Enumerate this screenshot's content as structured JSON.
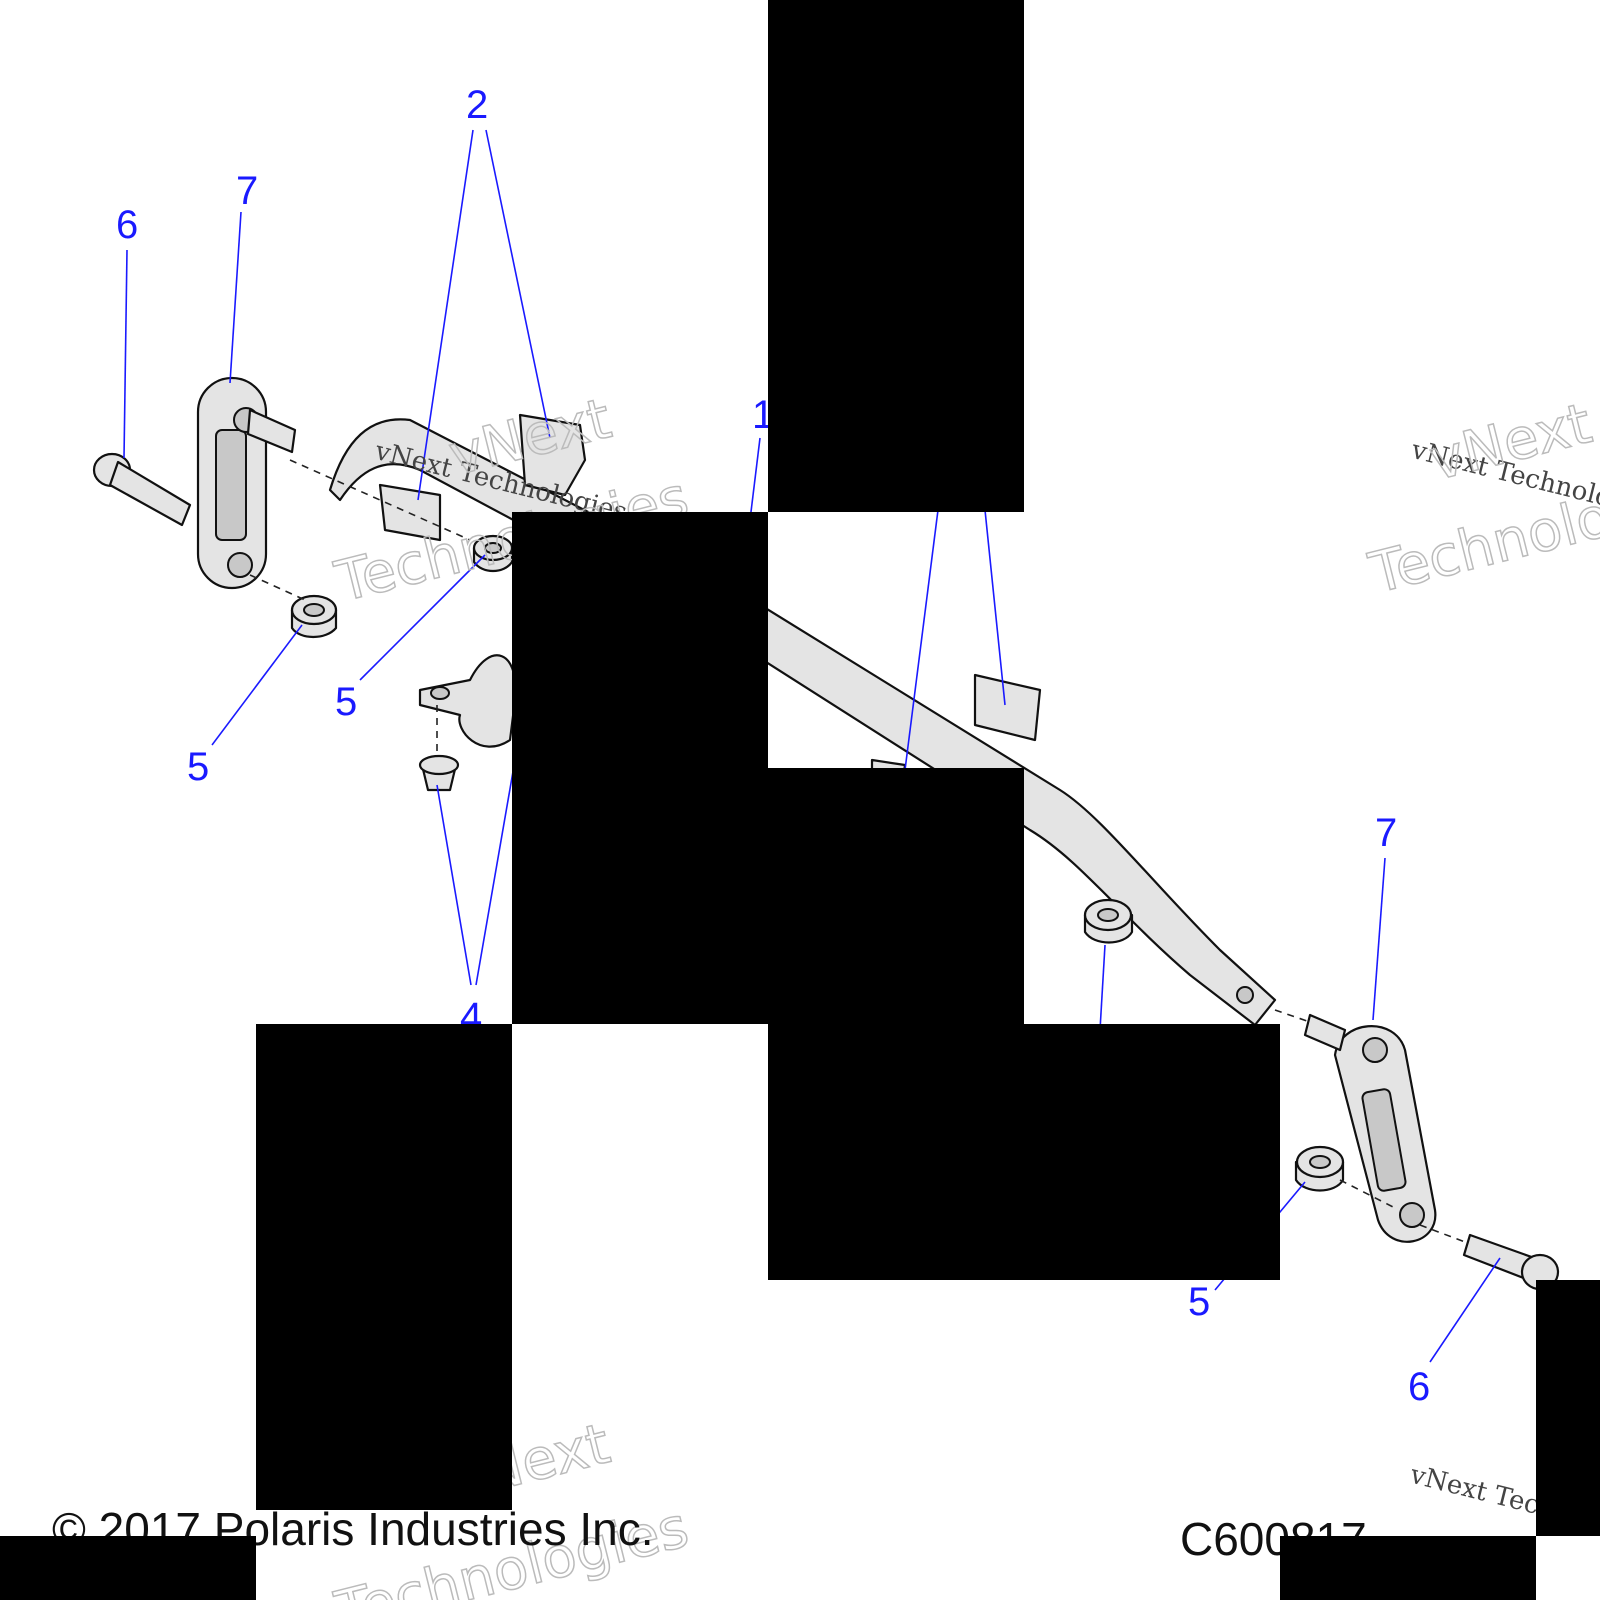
{
  "callouts": {
    "c1": "1",
    "c2": "2",
    "c4": "4",
    "c5a": "5",
    "c5b": "5",
    "c5c": "5",
    "c6a": "6",
    "c6b": "6",
    "c7a": "7",
    "c7b": "7"
  },
  "watermark": {
    "line1": "vNext Technologies",
    "line2": "vNext",
    "line3": "Technologies"
  },
  "footer": {
    "copyright": "© 2017 Polaris Industries Inc.",
    "code": "C600817"
  },
  "colors": {
    "callout": "#1a1aff",
    "part_fill": "#e4e4e4",
    "redaction": "#000000"
  }
}
